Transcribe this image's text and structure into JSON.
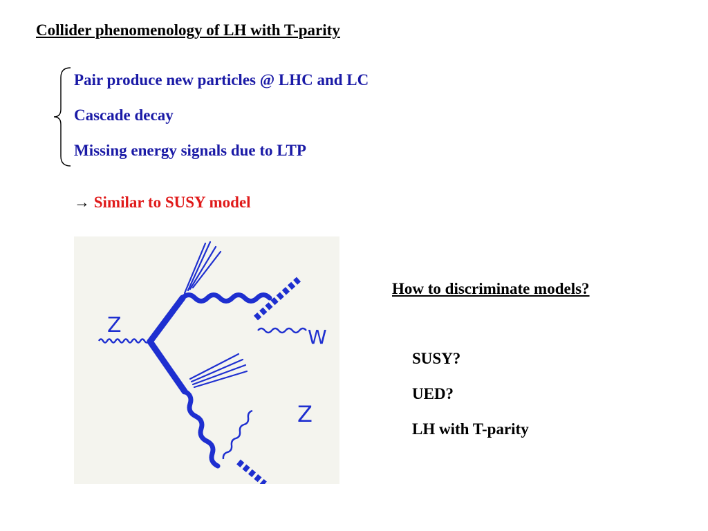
{
  "slide": {
    "title": "Collider phenomenology of LH with T-parity",
    "bullets": [
      "Pair produce new particles @ LHC and LC",
      "Cascade decay",
      "Missing energy signals due to LTP"
    ],
    "conclusion_arrow": "→",
    "conclusion": "Similar to SUSY model",
    "question": "How to discriminate models?",
    "models": [
      "SUSY?",
      "UED?",
      "LH with T-parity"
    ]
  },
  "diagram": {
    "labels": {
      "z_left": "Z",
      "w_right": "W",
      "z_right": "Z"
    }
  },
  "colors": {
    "bullet_text": "#1a1aa6",
    "highlight": "#e01a1a",
    "diagram_ink": "#1e2fd0",
    "diagram_background": "#f4f4ee"
  }
}
